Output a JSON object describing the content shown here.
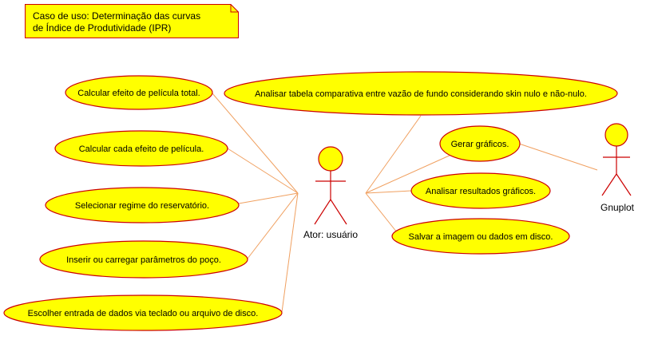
{
  "note": {
    "line1": "Caso de uso: Determinação das curvas",
    "line2": "de Índice de Produtividade (IPR)"
  },
  "actors": {
    "user": "Ator: usuário",
    "gnuplot": "Gnuplot"
  },
  "use_cases": {
    "uc1": "Calcular efeito de película total.",
    "uc2": "Calcular cada efeito de película.",
    "uc3": "Selecionar regime do reservatório.",
    "uc4": "Inserir ou carregar parâmetros do poço.",
    "uc5": "Escolher entrada de dados via teclado ou arquivo de disco.",
    "uc6": "Analisar tabela comparativa entre vazão de fundo considerando skin nulo e não-nulo.",
    "uc7": "Gerar gráficos.",
    "uc8": "Analisar resultados gráficos.",
    "uc9": "Salvar a imagem ou dados em disco."
  },
  "colors": {
    "fill": "#ffff00",
    "stroke": "#cc0000",
    "line": "#f0a060"
  }
}
